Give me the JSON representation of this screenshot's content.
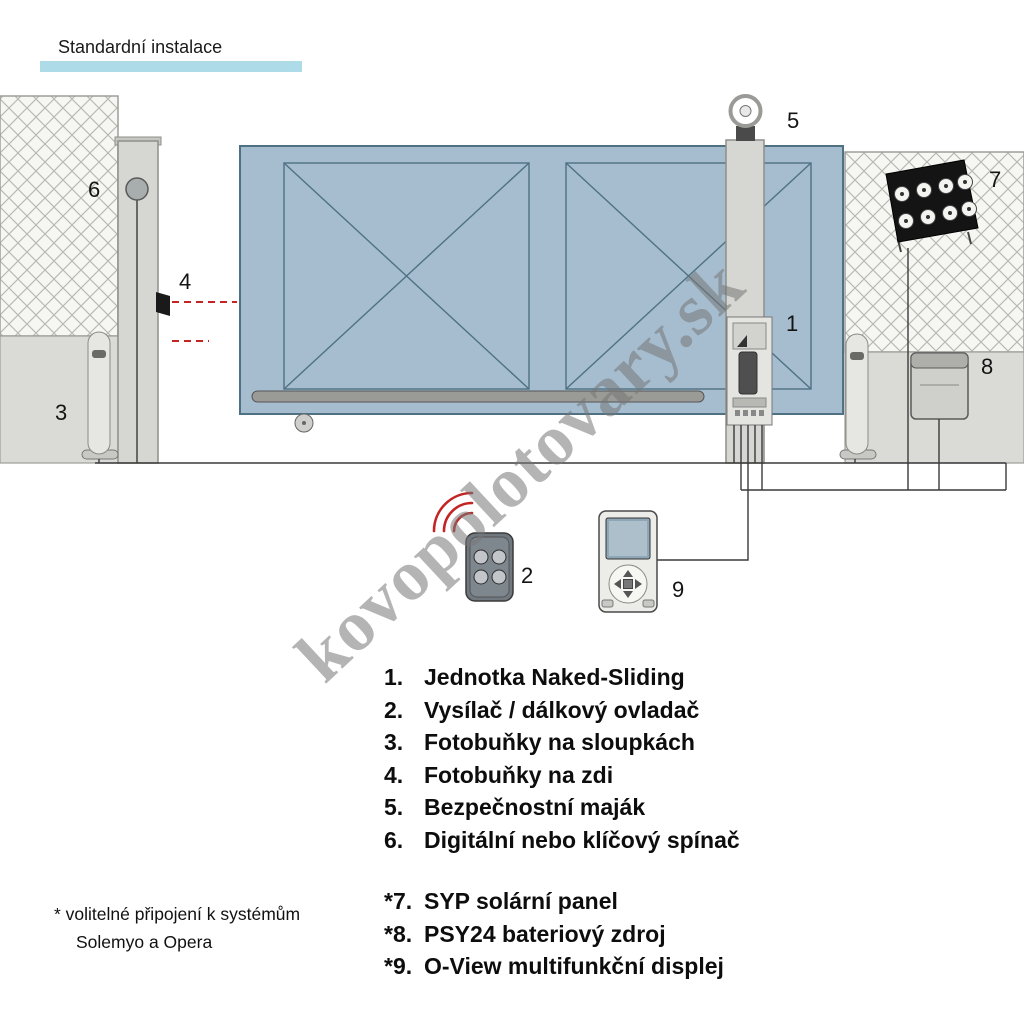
{
  "title": "Standardní instalace",
  "watermark": "kovopolotovary.sk",
  "diagram": {
    "labels": {
      "n1": "1",
      "n2": "2",
      "n3": "3",
      "n4": "4",
      "n5": "5",
      "n6": "6",
      "n7": "7",
      "n8": "8",
      "n9": "9"
    }
  },
  "legend": {
    "items": [
      {
        "num": "1.",
        "label": "Jednotka Naked-Sliding"
      },
      {
        "num": "2.",
        "label": "Vysílač / dálkový ovladač"
      },
      {
        "num": "3.",
        "label": "Fotobuňky na sloupkách"
      },
      {
        "num": "4.",
        "label": "Fotobuňky na zdi"
      },
      {
        "num": "5.",
        "label": "Bezpečnostní maják"
      },
      {
        "num": "6.",
        "label": "Digitální nebo klíčový spínač"
      }
    ],
    "optional": [
      {
        "num": "*7.",
        "label": "SYP solární panel"
      },
      {
        "num": "*8.",
        "label": "PSY24 bateriový zdroj"
      },
      {
        "num": "*9.",
        "label": "O-View multifunkční displej"
      }
    ]
  },
  "note": {
    "line1": "* volitelné připojení k systémům",
    "line2": "Solemyo a Opera"
  },
  "colors": {
    "gate": "#a5bdcf",
    "gateLine": "#4f7183",
    "red": "#c42424",
    "titleBar": "#aedbe8",
    "watermark": "rgba(118,118,118,0.55)",
    "wire": "#3a3a3a",
    "wall": "#dadad6",
    "pillar": "#d6d6d2"
  }
}
